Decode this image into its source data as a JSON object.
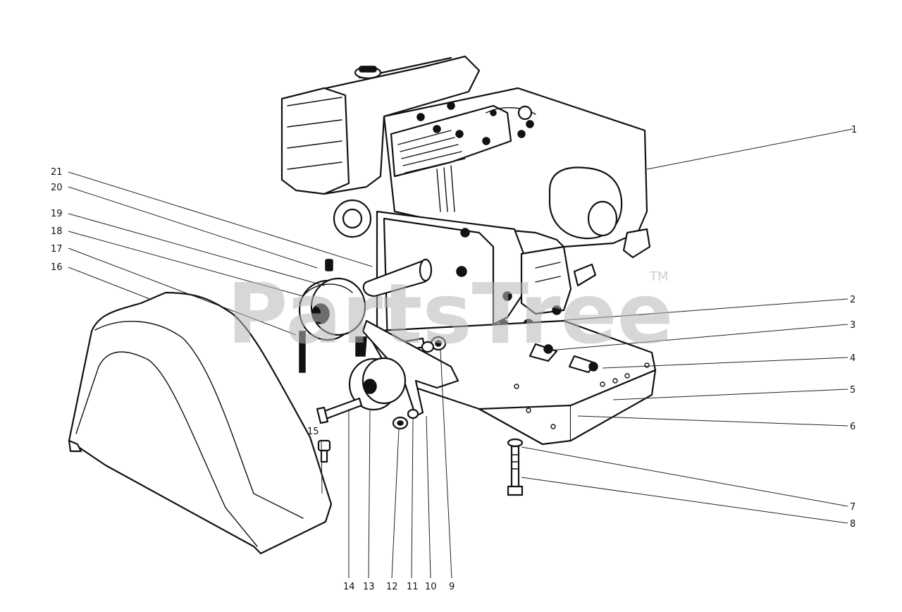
{
  "watermark": {
    "text": "PartsTree",
    "tm": "TM"
  },
  "callouts": [
    {
      "id": "1",
      "label": "1"
    },
    {
      "id": "2",
      "label": "2"
    },
    {
      "id": "3",
      "label": "3"
    },
    {
      "id": "4",
      "label": "4"
    },
    {
      "id": "5",
      "label": "5"
    },
    {
      "id": "6",
      "label": "6"
    },
    {
      "id": "7",
      "label": "7"
    },
    {
      "id": "8",
      "label": "8"
    },
    {
      "id": "9",
      "label": "9"
    },
    {
      "id": "10",
      "label": "10"
    },
    {
      "id": "11",
      "label": "11"
    },
    {
      "id": "12",
      "label": "12"
    },
    {
      "id": "13",
      "label": "13"
    },
    {
      "id": "14",
      "label": "14"
    },
    {
      "id": "15",
      "label": "15"
    },
    {
      "id": "16",
      "label": "16"
    },
    {
      "id": "17",
      "label": "17"
    },
    {
      "id": "18",
      "label": "18"
    },
    {
      "id": "19",
      "label": "19"
    },
    {
      "id": "20",
      "label": "20"
    },
    {
      "id": "21",
      "label": "21"
    }
  ]
}
